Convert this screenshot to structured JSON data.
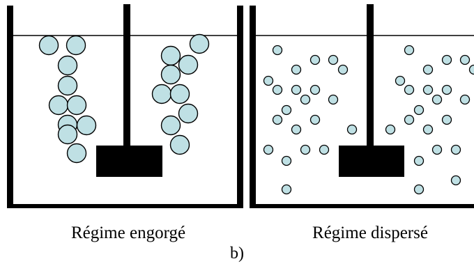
{
  "captions": {
    "left": "Régime engorgé",
    "right": "Régime dispersé",
    "sub": "b)"
  },
  "colors": {
    "bubble_fill": "#bfe0e4",
    "stroke": "#000000",
    "background": "#ffffff"
  },
  "panels": [
    {
      "name": "engorged-regime",
      "bubble_size": "large"
    },
    {
      "name": "dispersed-regime",
      "bubble_size": "small"
    }
  ]
}
